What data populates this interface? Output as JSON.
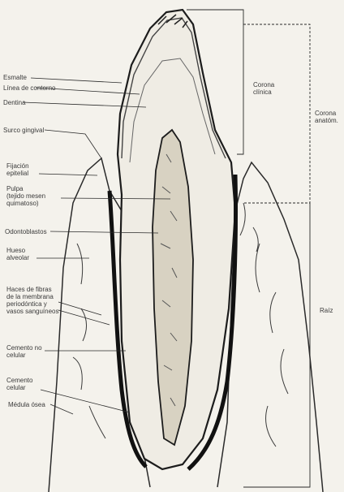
{
  "labels": {
    "esmalte": "Esmalte",
    "linea_contorno": "Línea de contorno",
    "dentina": "Dentina",
    "surco_gingival": "Surco gingival",
    "fijacion_epitelial": "Fijación\nepitelial",
    "pulpa": "Pulpa\n(tejido mesen\nquimatoso)",
    "odontoblastos": "Odontoblastos",
    "hueso_alveolar": "Hueso\nalveolar",
    "haces_fibras": "Haces de fibras\nde la membrana\nperiodóntica y\nvasos sanguíneos",
    "cemento_no_celular": "Cemento no\ncelular",
    "cemento_celular": "Cemento\ncelular",
    "medula_osea": "Médula ósea"
  },
  "right_labels": {
    "corona_clinica": "Corona\nclínica",
    "corona_anatomica": "Corona\nanatóm.",
    "raiz": "Raíz"
  },
  "colors": {
    "background": "#f4f2ec",
    "ink": "#1c1c1c",
    "label_text": "#3a3a3a"
  }
}
